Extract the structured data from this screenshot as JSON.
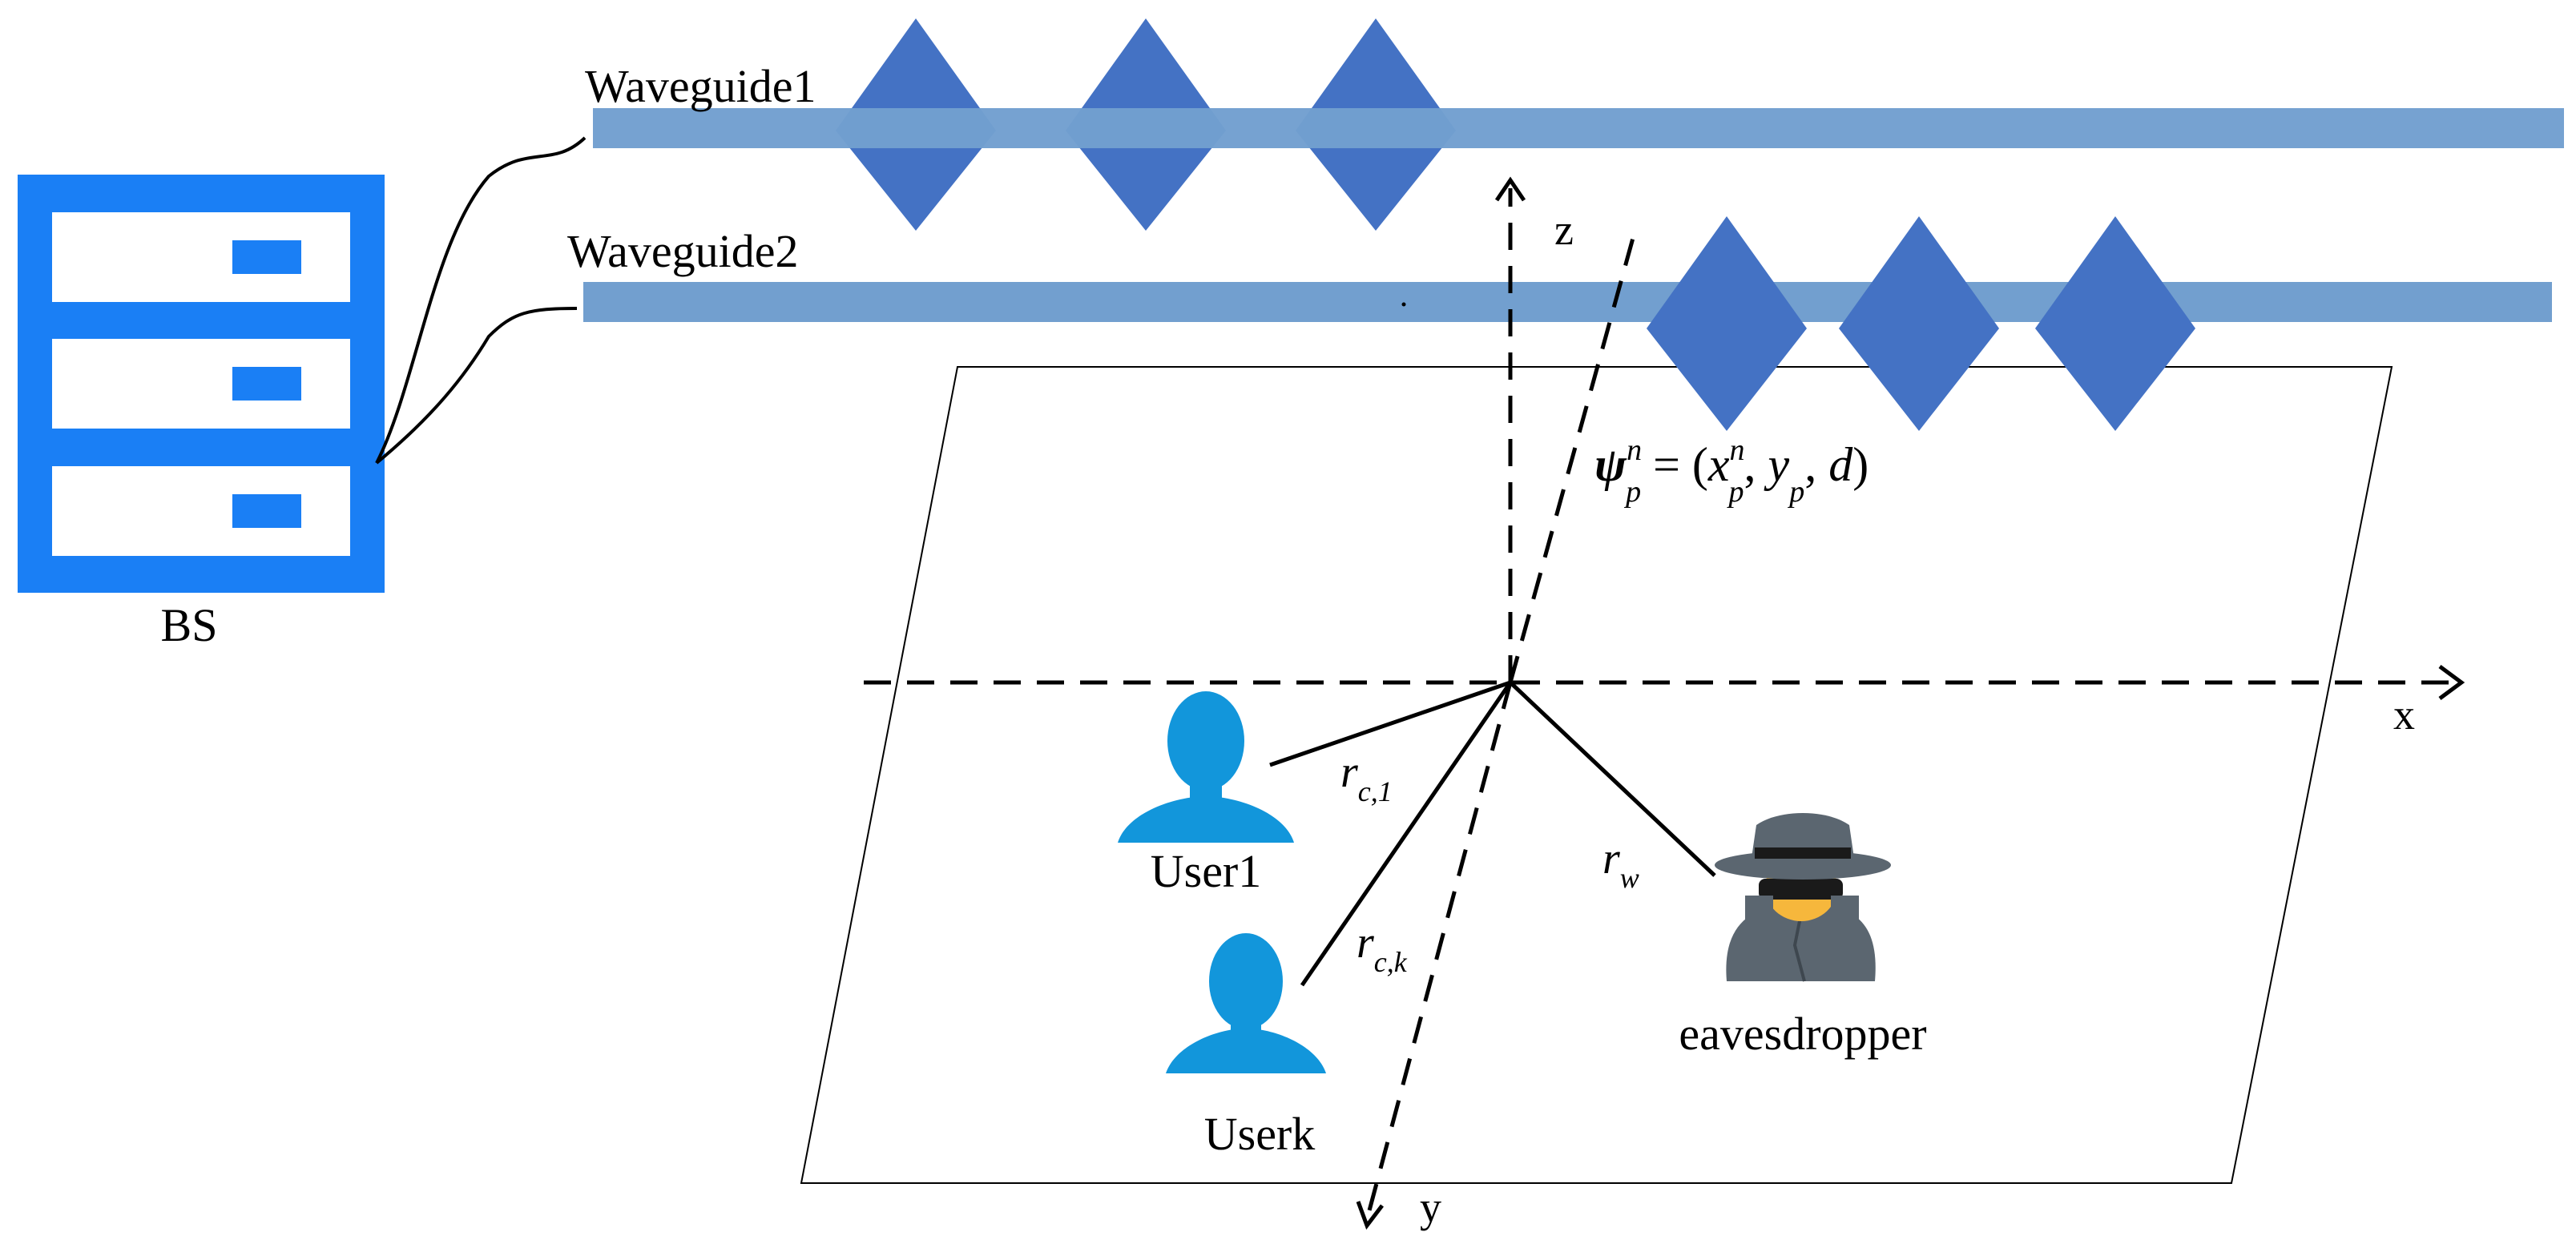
{
  "colors": {
    "bs_blue": "#1a7ff5",
    "waveguide": "#729fcf",
    "pinch_antenna": "#4472c4",
    "user_blue": "#1296db",
    "eve_gray": "#5b6670",
    "eve_skin": "#f6b73c",
    "line": "#000000",
    "background": "#ffffff"
  },
  "icons": {
    "base_station": "server-rack-icon",
    "user": "person-icon",
    "eavesdropper": "spy-icon"
  },
  "labels": {
    "bs": "BS",
    "waveguide1": "Waveguide1",
    "waveguide2": "Waveguide2",
    "user1": "User1",
    "userk": "Userk",
    "eavesdropper": "eavesdropper",
    "axis_x": "x",
    "axis_y": "y",
    "axis_z": "z"
  },
  "equation": {
    "psi": "ψ",
    "psi_sup": "n",
    "psi_sub": "p",
    "eq_open": " = (",
    "x": "x",
    "x_sup": "n",
    "x_sub": "p",
    "comma1": ", ",
    "y": "y",
    "y_sub": "p",
    "comma2": ", ",
    "d": "d",
    "close": ")"
  },
  "distances": {
    "r_c1_base": "r",
    "r_c1_sub": "c,1",
    "r_ck_base": "r",
    "r_ck_sub": "c,k",
    "r_w_base": "r",
    "r_w_sub": "w"
  }
}
